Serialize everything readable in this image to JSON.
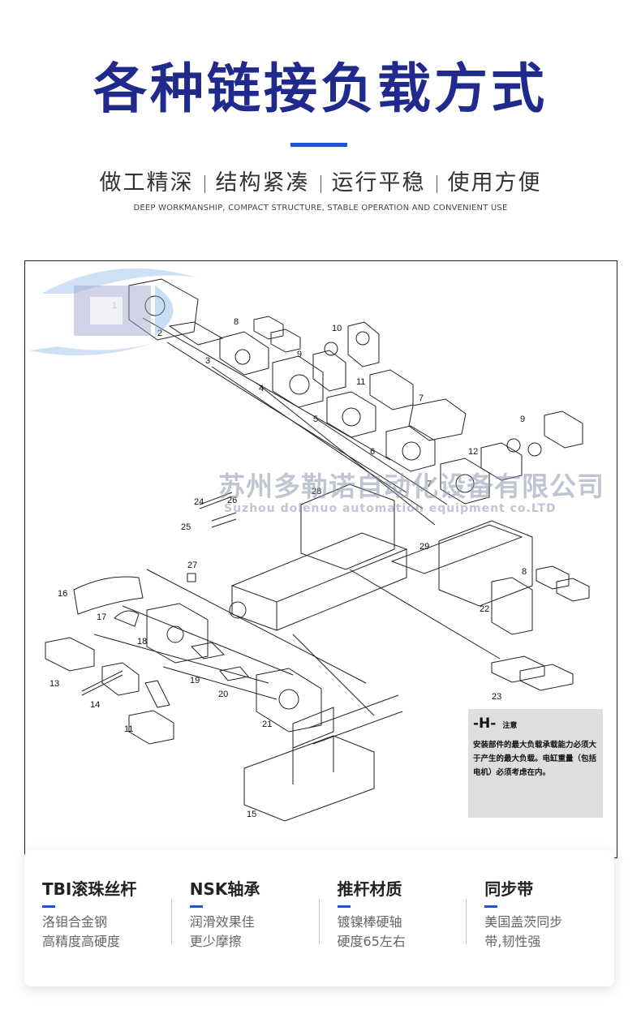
{
  "header": {
    "title": "各种链接负载方式",
    "tagline": [
      "做工精深",
      "结构紧凑",
      "运行平稳",
      "使用方便"
    ],
    "tagline_en": "DEEP WORKMANSHIP, COMPACT STRUCTURE, STABLE OPERATION AND CONVENIENT USE"
  },
  "diagram": {
    "part_numbers": [
      "1",
      "2",
      "3",
      "4",
      "5",
      "6",
      "7",
      "7",
      "8",
      "8",
      "9",
      "9",
      "10",
      "11",
      "11",
      "12",
      "13",
      "14",
      "15",
      "16",
      "17",
      "18",
      "19",
      "20",
      "21",
      "22",
      "23",
      "24",
      "25",
      "26",
      "27",
      "28",
      "29"
    ],
    "note": {
      "mark": "-H-",
      "label": "注意",
      "text": "安装部件的最大负载承载能力必须大于产生的最大负载。电缸重量（包括电机）必须考虑在内。"
    },
    "watermark": {
      "cn": "苏州多勒诺自动化设备有限公司",
      "en": "Suzhou dolenuo automation equipment co.LTD"
    }
  },
  "features": [
    {
      "title": "TBI滚珠丝杆",
      "lines": [
        "洛钼合金钢",
        "高精度高硬度"
      ]
    },
    {
      "title": "NSK轴承",
      "lines": [
        "润滑效果佳",
        "更少摩擦"
      ]
    },
    {
      "title": "推杆材质",
      "lines": [
        "镀镍棒硬轴",
        "硬度65左右"
      ]
    },
    {
      "title": "同步带",
      "lines": [
        "美国盖茨同步",
        "带,韧性强"
      ]
    }
  ],
  "colors": {
    "accent": "#2255d6",
    "title": "#1f2a8c",
    "note_bg": "#dedede"
  }
}
